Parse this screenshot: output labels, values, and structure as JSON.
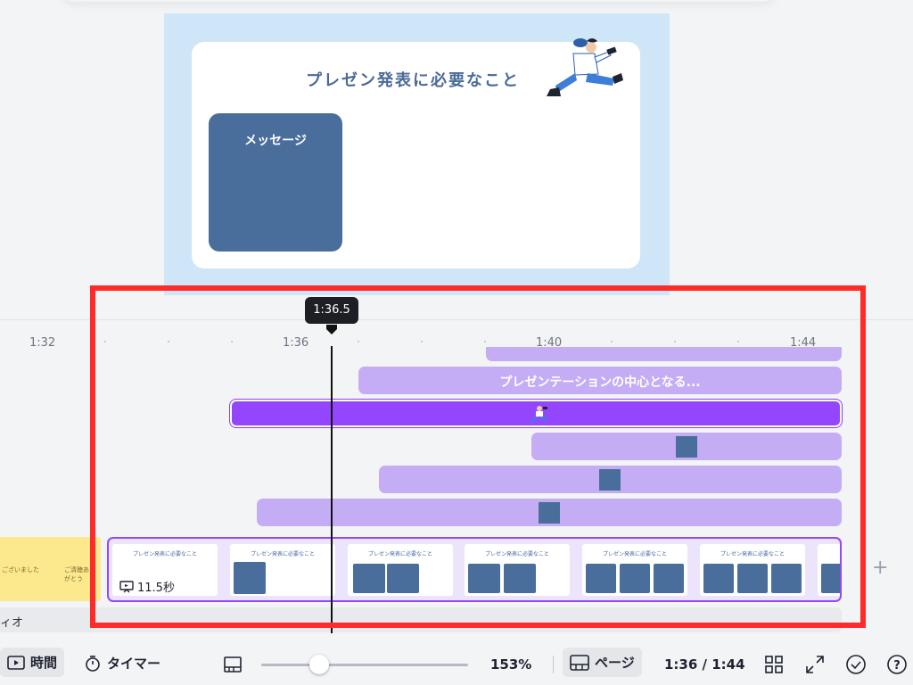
{
  "slide": {
    "title": "プレゼン発表に必要なこと",
    "message_box_label": "メッセージ"
  },
  "timeline": {
    "ticks": [
      "1:32",
      "1:36",
      "1:40",
      "1:44"
    ],
    "playhead_tooltip": "1:36.5",
    "text_clip_label": "プレゼンテーションの中心となる...",
    "yellow_clip_texts": [
      "ございました",
      "ご清聴ありがとう"
    ],
    "page_duration": "11.5秒",
    "audio_label": "ィオ",
    "thumbnails": [
      {
        "title": "プレゼン発表に必要なこと"
      },
      {
        "title": "プレゼン発表に必要なこと"
      },
      {
        "title": "プレゼン発表に必要なこと"
      },
      {
        "title": "プレゼン発表に必要なこと"
      },
      {
        "title": "プレゼン発表に必要なこと"
      },
      {
        "title": "プレゼン発表に必要なこと"
      }
    ]
  },
  "toolbar": {
    "time_label": "時間",
    "timer_label": "タイマー",
    "zoom": "153%",
    "zoom_level": 0.28,
    "page_label": "ページ",
    "time_display": "1:36 / 1:44"
  },
  "colors": {
    "accent": "#9446ff",
    "clip_light": "#c5adf5",
    "box_blue": "#4a6e9c",
    "highlight_frame": "#ff2b2b"
  }
}
